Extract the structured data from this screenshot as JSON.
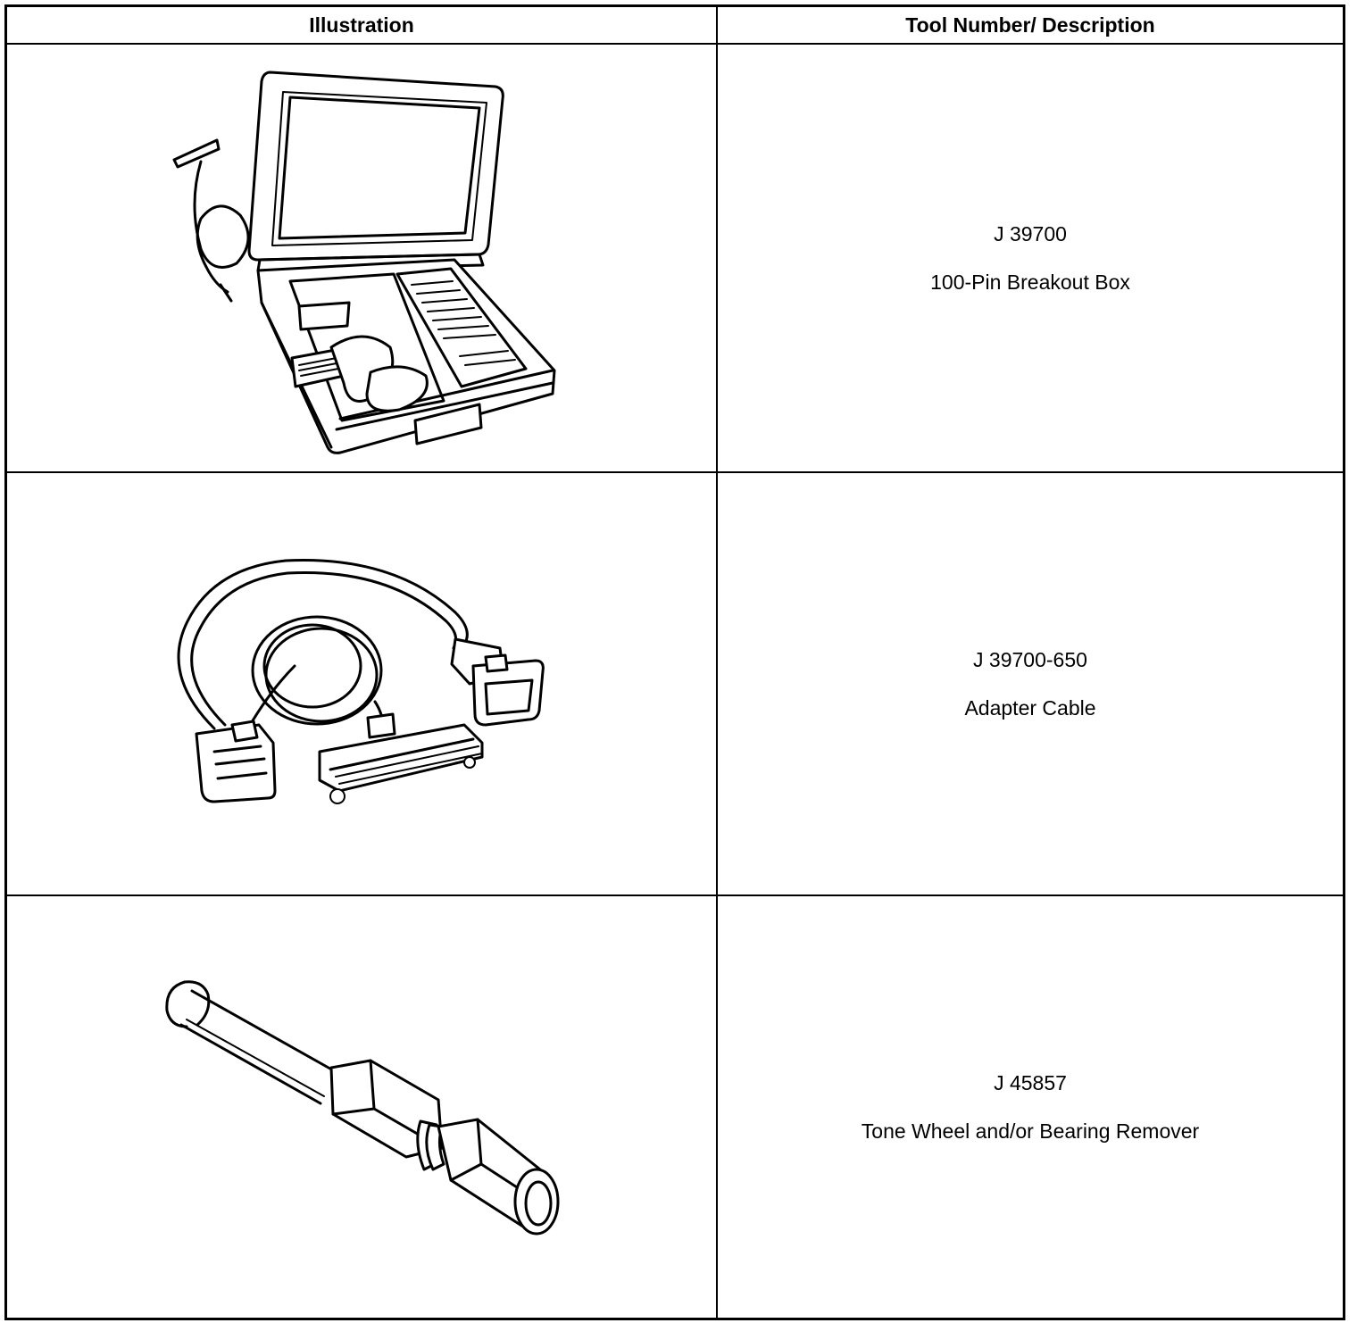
{
  "table": {
    "headers": {
      "illustration": "Illustration",
      "description": "Tool Number/ Description"
    },
    "rows": [
      {
        "tool_number": "J 39700",
        "description": "100-Pin Breakout Box",
        "illustration": "breakout-box-case"
      },
      {
        "tool_number": "J 39700-650",
        "description": "Adapter Cable",
        "illustration": "adapter-cable"
      },
      {
        "tool_number": "J 45857",
        "description": "Tone Wheel and/or Bearing Remover",
        "illustration": "bearing-remover-tool"
      }
    ]
  }
}
